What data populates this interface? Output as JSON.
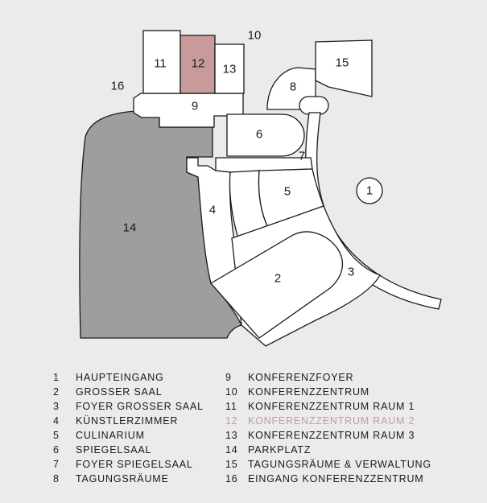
{
  "colors": {
    "background": "#ebebeb",
    "room_fill": "#ffffff",
    "highlight_fill": "#c99a9a",
    "parking_fill": "#9e9e9e",
    "outline": "#1a1a1a",
    "highlight_text": "#c99a9a"
  },
  "map": {
    "labels": {
      "r1": "1",
      "r2": "2",
      "r3": "3",
      "r4": "4",
      "r5": "5",
      "r6": "6",
      "r7": "7",
      "r8": "8",
      "r9": "9",
      "r10": "10",
      "r11": "11",
      "r12": "12",
      "r13": "13",
      "r14": "14",
      "r15": "15",
      "r16": "16"
    },
    "highlighted_room": "12"
  },
  "legend": {
    "left": [
      {
        "num": "1",
        "text": "HAUPTEINGANG"
      },
      {
        "num": "2",
        "text": "GROSSER SAAL"
      },
      {
        "num": "3",
        "text": "FOYER GROSSER SAAL"
      },
      {
        "num": "4",
        "text": "KÜNSTLERZIMMER"
      },
      {
        "num": "5",
        "text": "CULINARIUM"
      },
      {
        "num": "6",
        "text": "SPIEGELSAAL"
      },
      {
        "num": "7",
        "text": "FOYER SPIEGELSAAL"
      },
      {
        "num": "8",
        "text": "TAGUNGSRÄUME"
      }
    ],
    "right": [
      {
        "num": "9",
        "text": "KONFERENZFOYER"
      },
      {
        "num": "10",
        "text": "KONFERENZZENTRUM"
      },
      {
        "num": "11",
        "text": "KONFERENZZENTRUM RAUM 1"
      },
      {
        "num": "12",
        "text": "KONFERENZZENTRUM RAUM 2",
        "highlight": true
      },
      {
        "num": "13",
        "text": "KONFERENZZENTRUM RAUM 3"
      },
      {
        "num": "14",
        "text": "PARKPLATZ"
      },
      {
        "num": "15",
        "text": "TAGUNGSRÄUME & VERWALTUNG"
      },
      {
        "num": "16",
        "text": "EINGANG KONFERENZZENTRUM"
      }
    ]
  }
}
